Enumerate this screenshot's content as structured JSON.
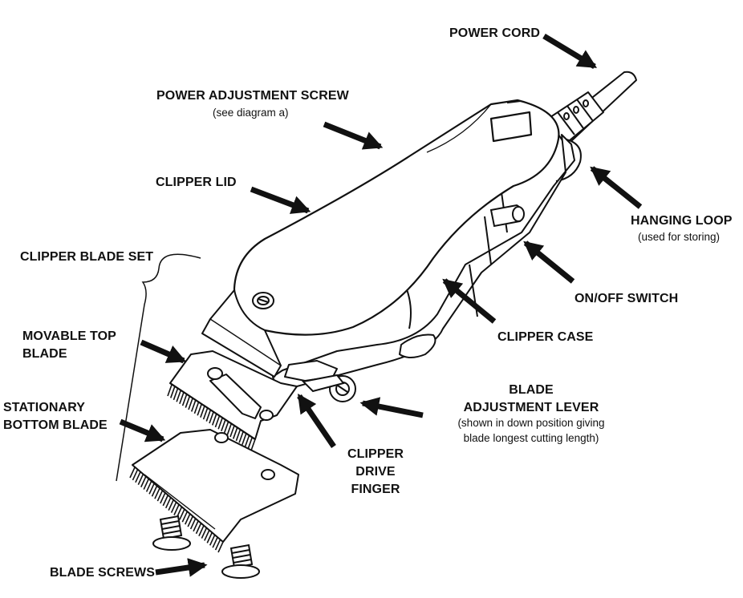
{
  "labels": {
    "power_cord": "POWER CORD",
    "power_adjustment_screw": "POWER ADJUSTMENT SCREW",
    "power_adjustment_screw_note": "(see diagram a)",
    "clipper_lid": "CLIPPER LID",
    "hanging_loop": "HANGING LOOP",
    "hanging_loop_note": "(used for storing)",
    "clipper_blade_set": "CLIPPER BLADE SET",
    "on_off_switch": "ON/OFF SWITCH",
    "movable_top_blade": [
      "MOVABLE TOP",
      "BLADE"
    ],
    "clipper_case": "CLIPPER CASE",
    "blade_adjustment_lever": [
      "BLADE",
      "ADJUSTMENT LEVER"
    ],
    "blade_adjustment_lever_note": [
      "(shown in down position giving",
      "blade longest cutting length)"
    ],
    "stationary_bottom_blade": [
      "STATIONARY",
      "BOTTOM BLADE"
    ],
    "clipper_drive_finger": [
      "CLIPPER",
      "DRIVE",
      "FINGER"
    ],
    "blade_screws": "BLADE SCREWS"
  },
  "colors": {
    "ink": "#111111",
    "background": "#ffffff"
  }
}
